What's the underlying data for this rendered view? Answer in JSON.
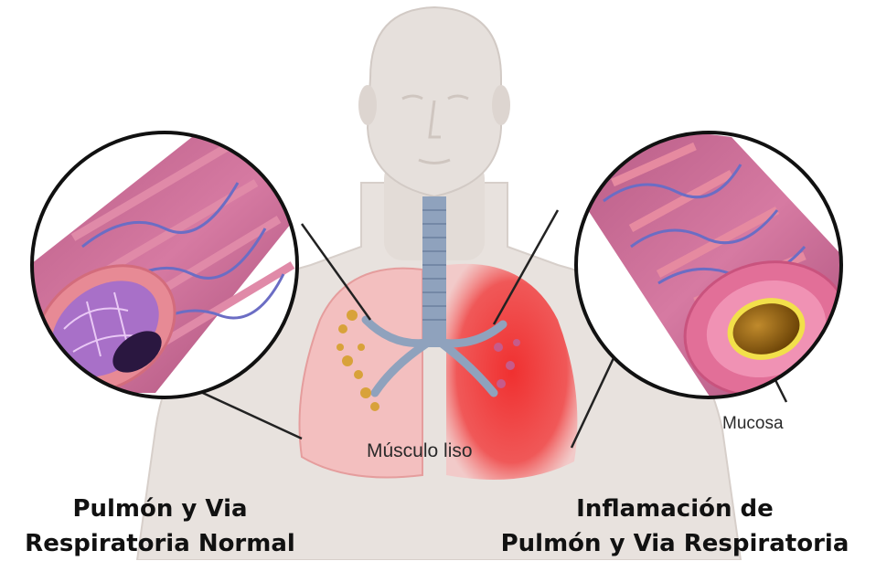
{
  "labels": {
    "muscle": "Músculo liso",
    "mucosa": "Mucosa"
  },
  "captions": {
    "normal_line1": "Pulmón y Via",
    "normal_line2": "Respiratoria Normal",
    "inflamed_line1": "Inflamación de",
    "inflamed_line2": "Pulmón y Via Respiratoria"
  },
  "colors": {
    "skin": "#e9e3df",
    "normal_lung": "#f2bcbc",
    "inflamed_lung": "#ef4b4b",
    "trachea": "#8fa2bd",
    "airway_wall": "#c96d94",
    "mucus": "#9b6a14"
  }
}
